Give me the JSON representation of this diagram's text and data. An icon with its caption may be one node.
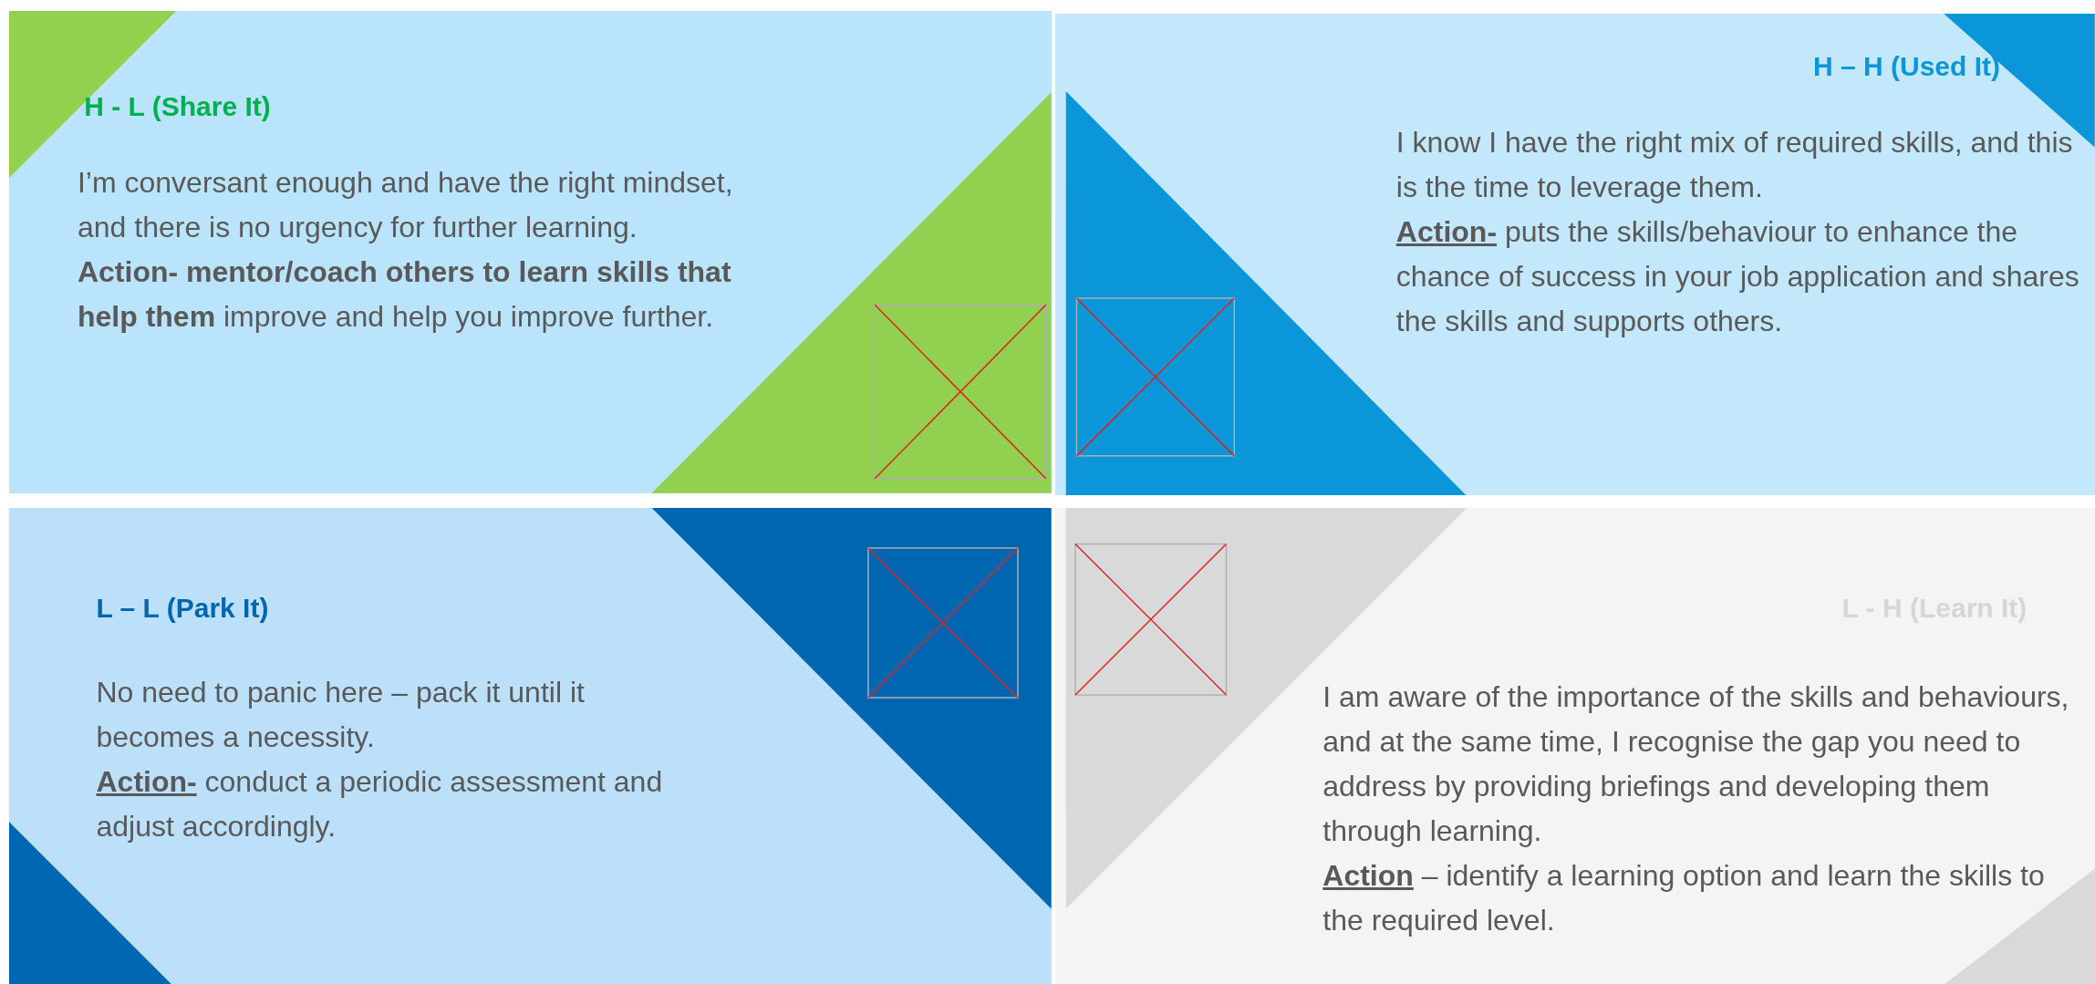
{
  "diagram": {
    "nodes": [
      {
        "text": [
          "H - L (Share It)",
          "I’m conversant enough and have the right mindset, and there is no urgency for further learning.",
          "**Action- mentor/coach others to learn skills that help them** improve and help you improve further."
        ]
      },
      {
        "text": [
          "H – H (Used It)",
          "I know I have the right mix of required skills, and this is the time to leverage them.",
          "**Action-** puts the skills/behaviour to enhance the chance of success in your job application and shares the skills and supports others."
        ]
      },
      {
        "text": [
          "L – L (Park It)",
          "No need to panic here – pack it until it becomes a necessity.",
          "**Action-** conduct a periodic assessment and adjust accordingly."
        ]
      },
      {
        "text": [
          "L - H (Learn It)",
          "I am aware of the importance of the skills and behaviours, and at the same time, I recognise the gap you need to address by providing briefings and developing them through learning.",
          "**Action** – identify a learning option and learn the skills to the required level."
        ]
      }
    ]
  }
}
